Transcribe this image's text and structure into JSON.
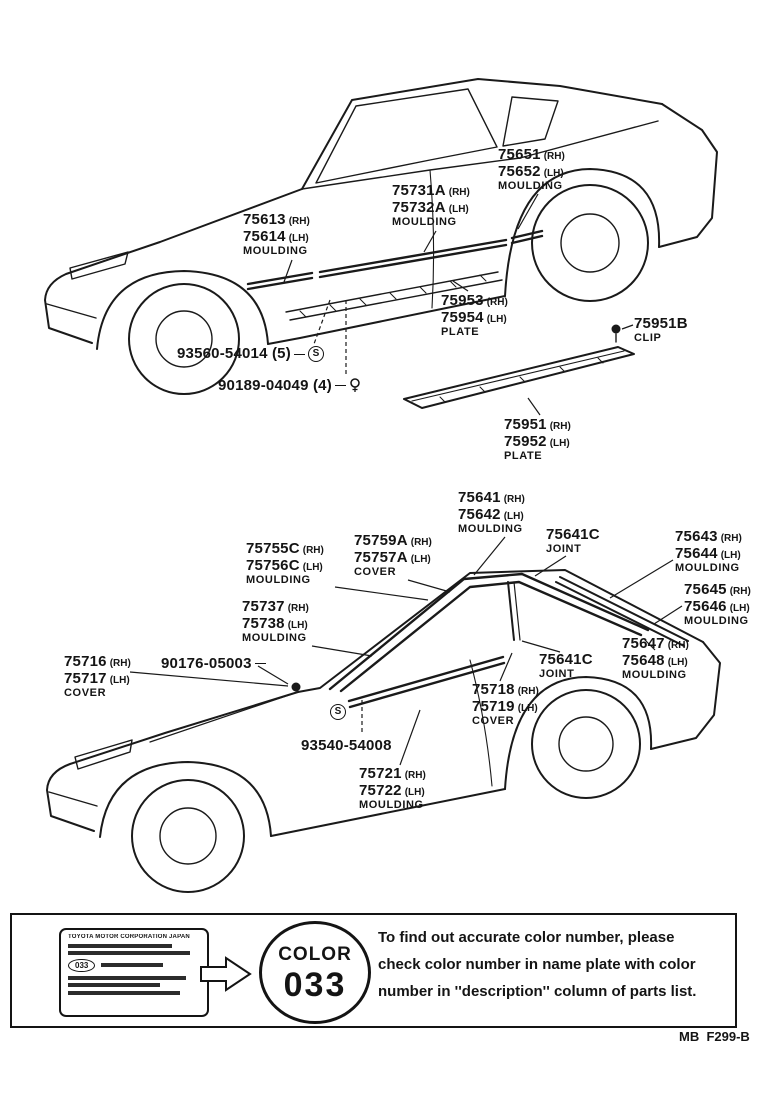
{
  "page": {
    "background": "#ffffff",
    "ink": "#141414"
  },
  "symbols": {
    "screw": "S"
  },
  "parts": {
    "p75613": {
      "l1": "75613",
      "s1": "(RH)",
      "l2": "75614",
      "s2": "(LH)",
      "cap": "MOULDING"
    },
    "p75731A": {
      "l1": "75731A",
      "s1": "(RH)",
      "l2": "75732A",
      "s2": "(LH)",
      "cap": "MOULDING"
    },
    "p75651": {
      "l1": "75651",
      "s1": "(RH)",
      "l2": "75652",
      "s2": "(LH)",
      "cap": "MOULDING"
    },
    "p75953": {
      "l1": "75953",
      "s1": "(RH)",
      "l2": "75954",
      "s2": "(LH)",
      "cap": "PLATE"
    },
    "p75951B": {
      "l1": "75951B",
      "cap": "CLIP"
    },
    "p75951": {
      "l1": "75951",
      "s1": "(RH)",
      "l2": "75952",
      "s2": "(LH)",
      "cap": "PLATE"
    },
    "p75641": {
      "l1": "75641",
      "s1": "(RH)",
      "l2": "75642",
      "s2": "(LH)",
      "cap": "MOULDING"
    },
    "p75641Ca": {
      "l1": "75641C",
      "cap": "JOINT"
    },
    "p75643": {
      "l1": "75643",
      "s1": "(RH)",
      "l2": "75644",
      "s2": "(LH)",
      "cap": "MOULDING"
    },
    "p75759A": {
      "l1": "75759A",
      "s1": "(RH)",
      "l2": "75757A",
      "s2": "(LH)",
      "cap": "COVER"
    },
    "p75755C": {
      "l1": "75755C",
      "s1": "(RH)",
      "l2": "75756C",
      "s2": "(LH)",
      "cap": "MOULDING"
    },
    "p75645": {
      "l1": "75645",
      "s1": "(RH)",
      "l2": "75646",
      "s2": "(LH)",
      "cap": "MOULDING"
    },
    "p75737": {
      "l1": "75737",
      "s1": "(RH)",
      "l2": "75738",
      "s2": "(LH)",
      "cap": "MOULDING"
    },
    "p75647": {
      "l1": "75647",
      "s1": "(RH)",
      "l2": "75648",
      "s2": "(LH)",
      "cap": "MOULDING"
    },
    "p75716": {
      "l1": "75716",
      "s1": "(RH)",
      "l2": "75717",
      "s2": "(LH)",
      "cap": "COVER"
    },
    "p75641Cb": {
      "l1": "75641C",
      "cap": "JOINT"
    },
    "p75718": {
      "l1": "75718",
      "s1": "(RH)",
      "l2": "75719",
      "s2": "(LH)",
      "cap": "COVER"
    },
    "p75721": {
      "l1": "75721",
      "s1": "(RH)",
      "l2": "75722",
      "s2": "(LH)",
      "cap": "MOULDING"
    }
  },
  "fasteners": {
    "s93560": {
      "text": "93560-54014 (5)"
    },
    "s90189": {
      "text": "90189-04049 (4)"
    },
    "s90176": {
      "text": "90176-05003"
    },
    "s93540": {
      "text": "93540-54008"
    }
  },
  "color_box": {
    "plate_header": "TOYOTA MOTOR CORPORATION JAPAN",
    "plate_color_code": "033",
    "ellipse_word": "COLOR",
    "ellipse_number": "033",
    "line1": "To find out accurate color number, please",
    "line2": "check color number in name plate with color",
    "line3": "number in ''description'' column of parts list."
  },
  "footer": {
    "code": "MB  F299-B"
  }
}
